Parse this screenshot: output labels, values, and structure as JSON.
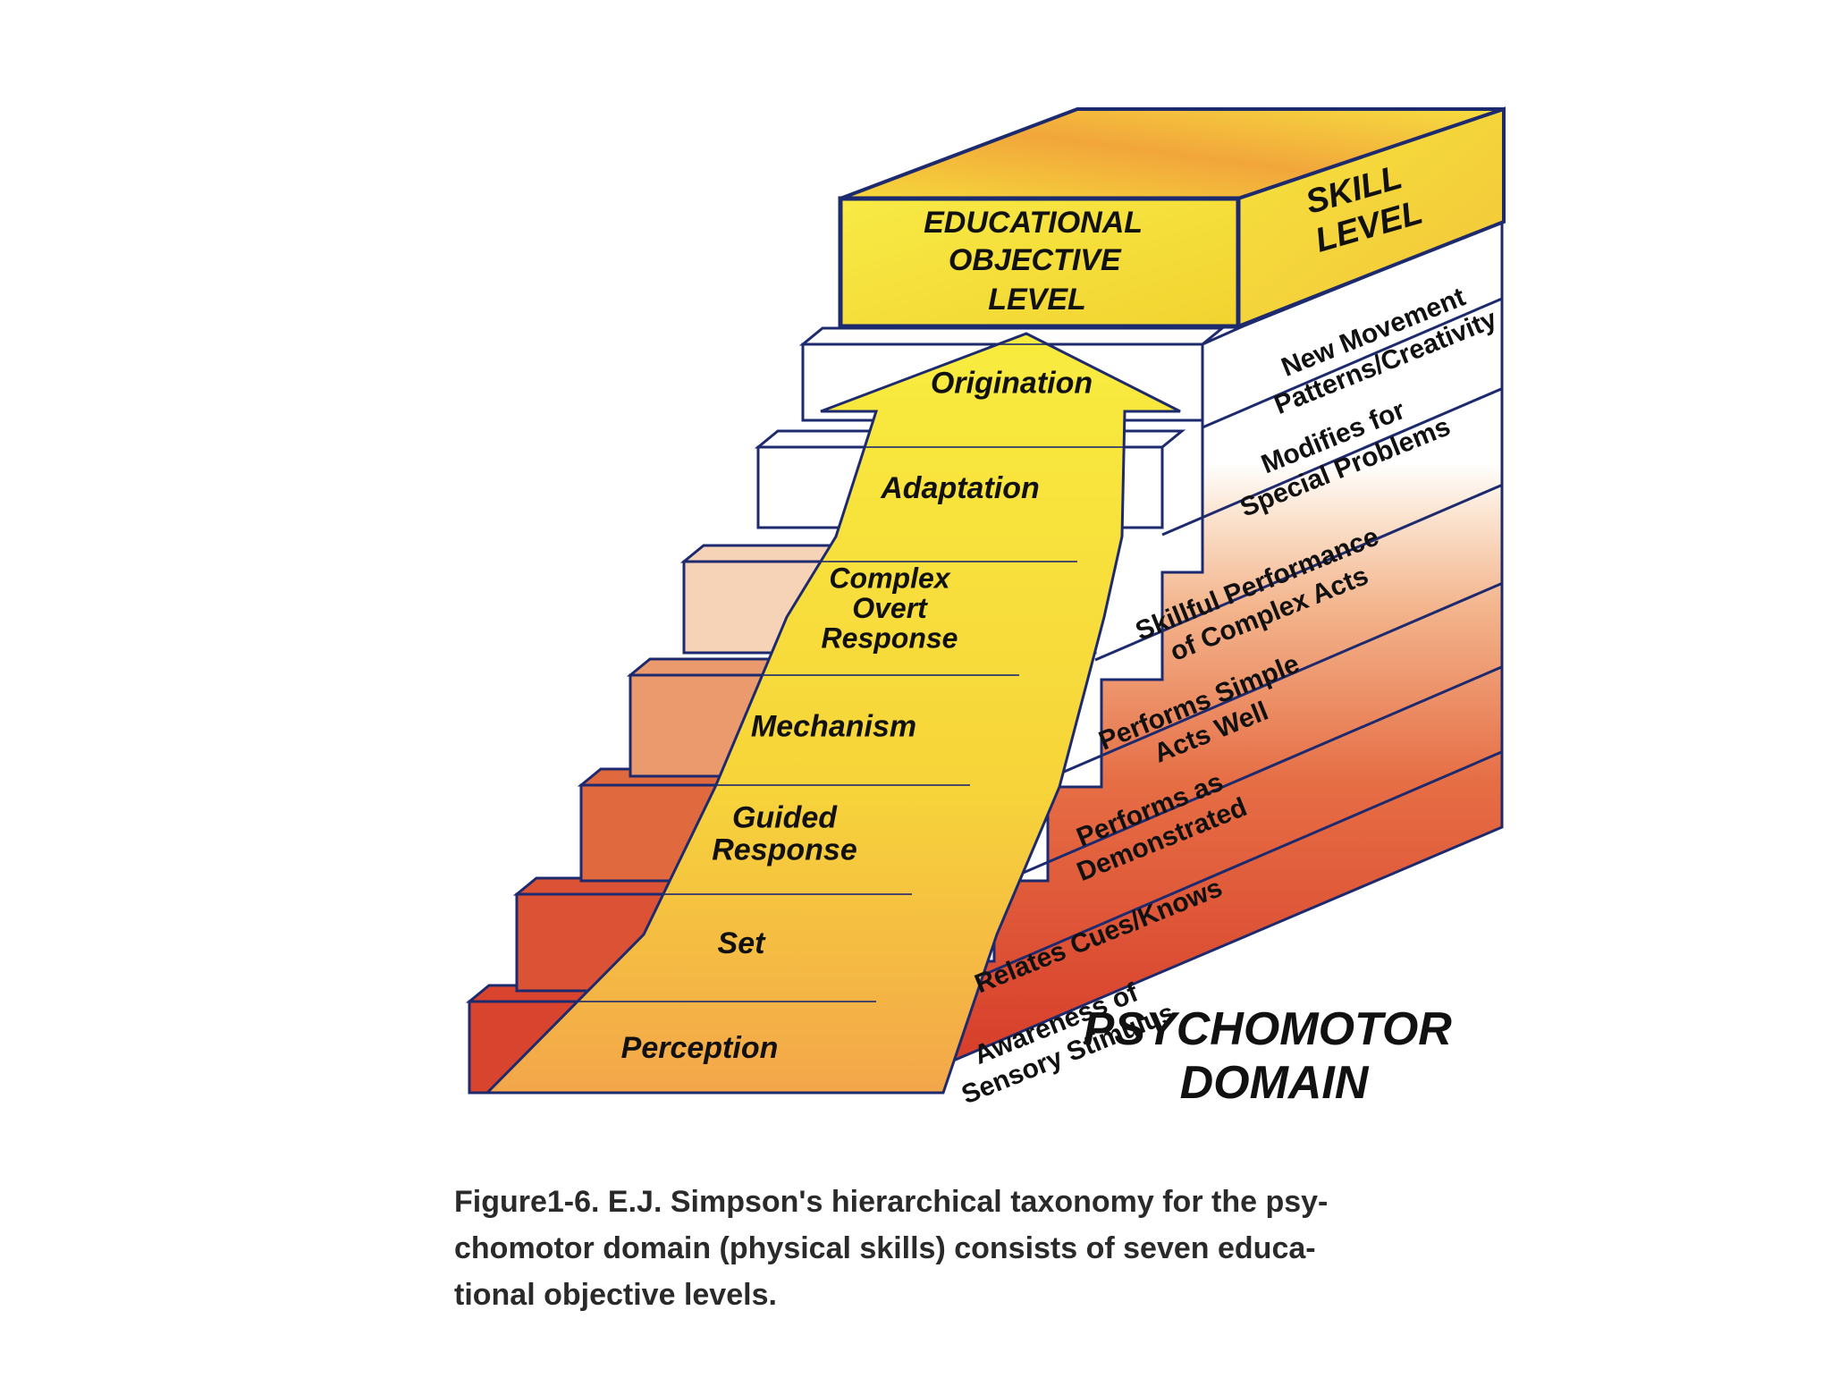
{
  "header": {
    "objective_heading": [
      "EDUCATIONAL",
      "OBJECTIVE",
      "LEVEL"
    ],
    "skill_heading": [
      "SKILL",
      "LEVEL"
    ]
  },
  "levels": [
    {
      "objective": [
        "Perception"
      ],
      "skill": [
        "Awareness of",
        "Sensory Stimulus"
      ],
      "color": "#d9442e"
    },
    {
      "objective": [
        "Set"
      ],
      "skill": [
        "Relates Cues/Knows"
      ],
      "color": "#dc5234"
    },
    {
      "objective": [
        "Guided",
        "Response"
      ],
      "skill": [
        "Performs as",
        "Demonstrated"
      ],
      "color": "#e06a3e"
    },
    {
      "objective": [
        "Mechanism"
      ],
      "skill": [
        "Performs Simple",
        "Acts Well"
      ],
      "color": "#eb9a6e"
    },
    {
      "objective": [
        "Complex",
        "Overt",
        "Response"
      ],
      "skill": [
        "Skillful Performance",
        "of Complex Acts"
      ],
      "color": "#f6d3b6"
    },
    {
      "objective": [
        "Adaptation"
      ],
      "skill": [
        "Modifies for",
        "Special Problems"
      ],
      "color": "#ffffff"
    },
    {
      "objective": [
        "Origination"
      ],
      "skill": [
        "New Movement",
        "Patterns/Creativity"
      ],
      "color": "#ffffff"
    }
  ],
  "domain_title": [
    "PSYCHOMOTOR",
    "DOMAIN"
  ],
  "caption": [
    "Figure1-6. E.J. Simpson's hierarchical taxonomy for the psy-",
    "chomotor domain (physical skills) consists of seven educa-",
    "tional objective levels."
  ],
  "colors": {
    "outline": "#1e2a6e",
    "arrow": "#f7e93c",
    "header_yellow": "#f5df3a",
    "header_orange": "#f2a43a"
  }
}
